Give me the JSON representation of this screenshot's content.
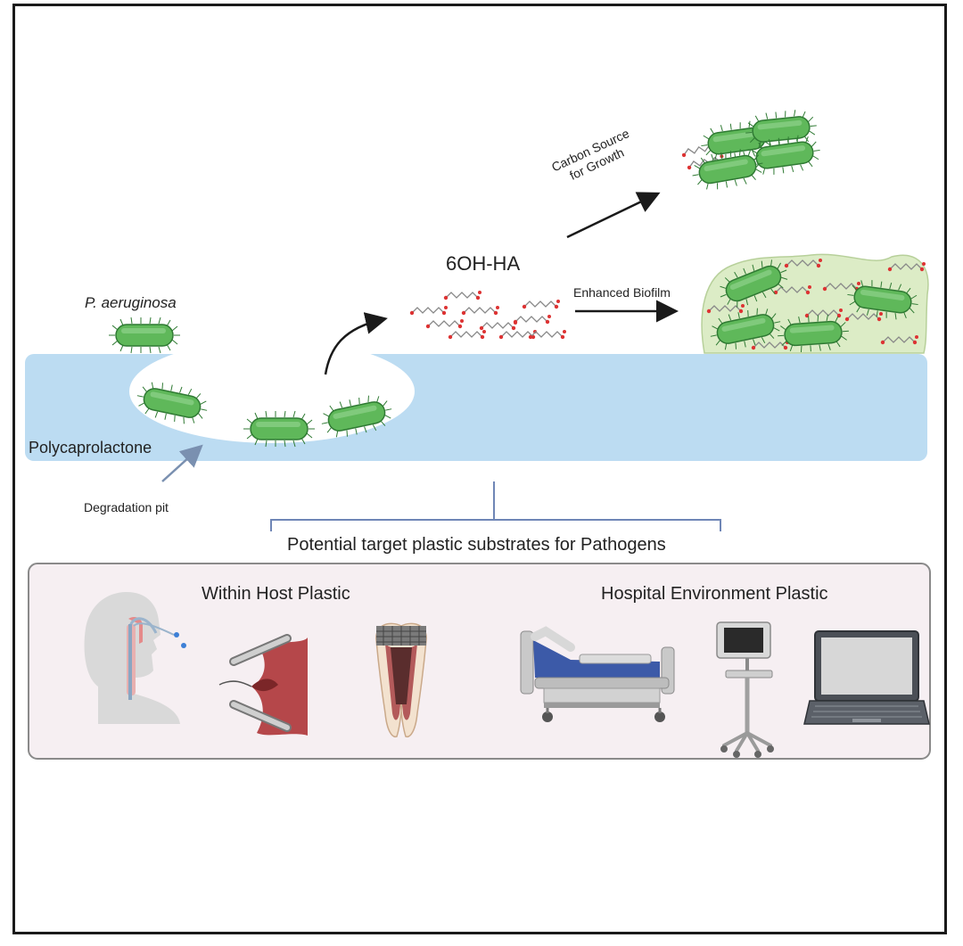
{
  "labels": {
    "species": "P. aeruginosa",
    "metabolite": "6OH-HA",
    "carbon_line1": "Carbon Source",
    "carbon_line2": "for Growth",
    "biofilm": "Enhanced Biofilm",
    "substrate": "Polycaprolactone",
    "pit": "Degradation pit",
    "potential_targets": "Potential target plastic substrates for Pathogens",
    "within_host": "Within Host Plastic",
    "hospital_env": "Hospital Environment Plastic"
  },
  "colors": {
    "bacteria": "#5fb85a",
    "bacteria_dark": "#2f7a33",
    "polymer_band": "#bcdcf2",
    "biofilm_matrix": "#dcecc6",
    "panel_bg": "#f6eff2",
    "arrow_blue": "#7a90b0",
    "bracket": "#6f86b6"
  },
  "icons": {
    "intubation": "intubation-icon",
    "suture": "suture-icon",
    "tooth_implant": "tooth-implant-icon",
    "hospital_bed": "hospital-bed-icon",
    "medical_monitor": "medical-monitor-icon",
    "laptop": "laptop-icon"
  }
}
